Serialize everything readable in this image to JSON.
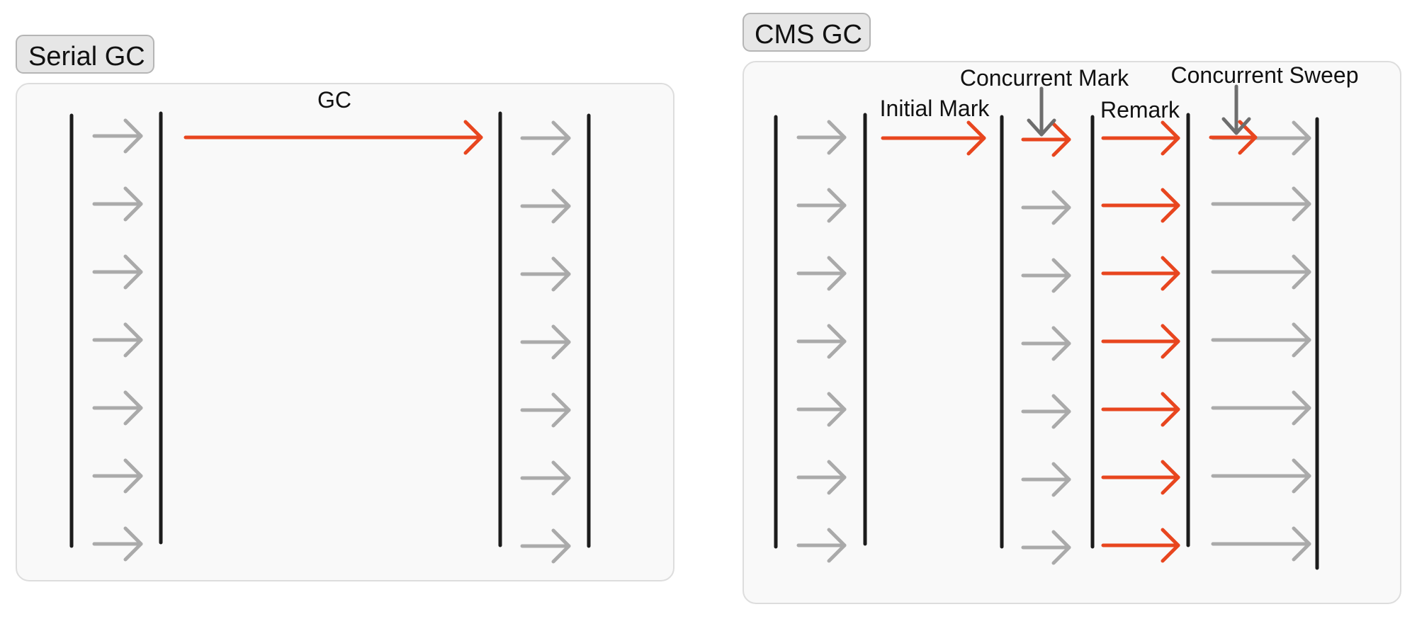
{
  "colors": {
    "panel_fill": "#f9f9f9",
    "panel_stroke": "#dddddd",
    "tag_fill": "#e6e6e6",
    "tag_stroke": "#b5b5b5",
    "timeline": "#1c1c1c",
    "app_arrow": "#aaaaaa",
    "gc_arrow": "#e8461f",
    "pointer": "#6e6e6e"
  },
  "serial": {
    "tag": "Serial GC",
    "gc_label": "GC",
    "threads_before": 7,
    "threads_after": 7
  },
  "cms": {
    "tag": "CMS GC",
    "labels": {
      "initial_mark": "Initial Mark",
      "concurrent_mark": "Concurrent Mark",
      "remark": "Remark",
      "concurrent_sweep": "Concurrent Sweep"
    },
    "threads": 7
  }
}
